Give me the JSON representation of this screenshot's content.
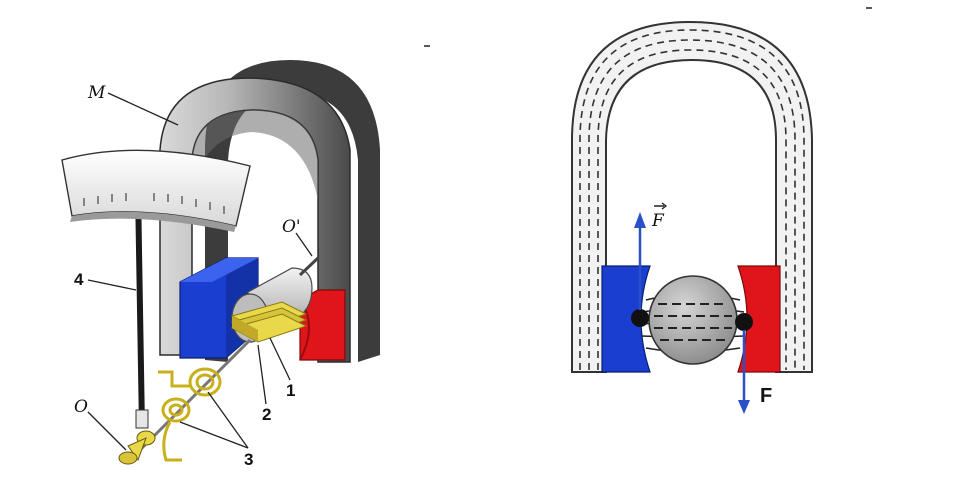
{
  "left_figure": {
    "labels": {
      "magnet": "M",
      "axis_top": "O'",
      "pointer": "4",
      "axis_bottom": "O",
      "coil": "1",
      "core": "2",
      "springs": "3"
    },
    "colors": {
      "magnet_body": "#7a7a7a",
      "north_pole": "#1a3fd0",
      "south_pole": "#e0151a",
      "coil": "#e8d84a",
      "pointer": "#1a1a1a"
    }
  },
  "right_figure": {
    "labels": {
      "force_up": "F",
      "force_down": "F"
    },
    "colors": {
      "north_pole": "#1a3fd0",
      "south_pole": "#e0151a",
      "force_arrow": "#2a50c8",
      "core": "#a9a9a9"
    }
  },
  "icons": [
    "arrow-icon"
  ]
}
